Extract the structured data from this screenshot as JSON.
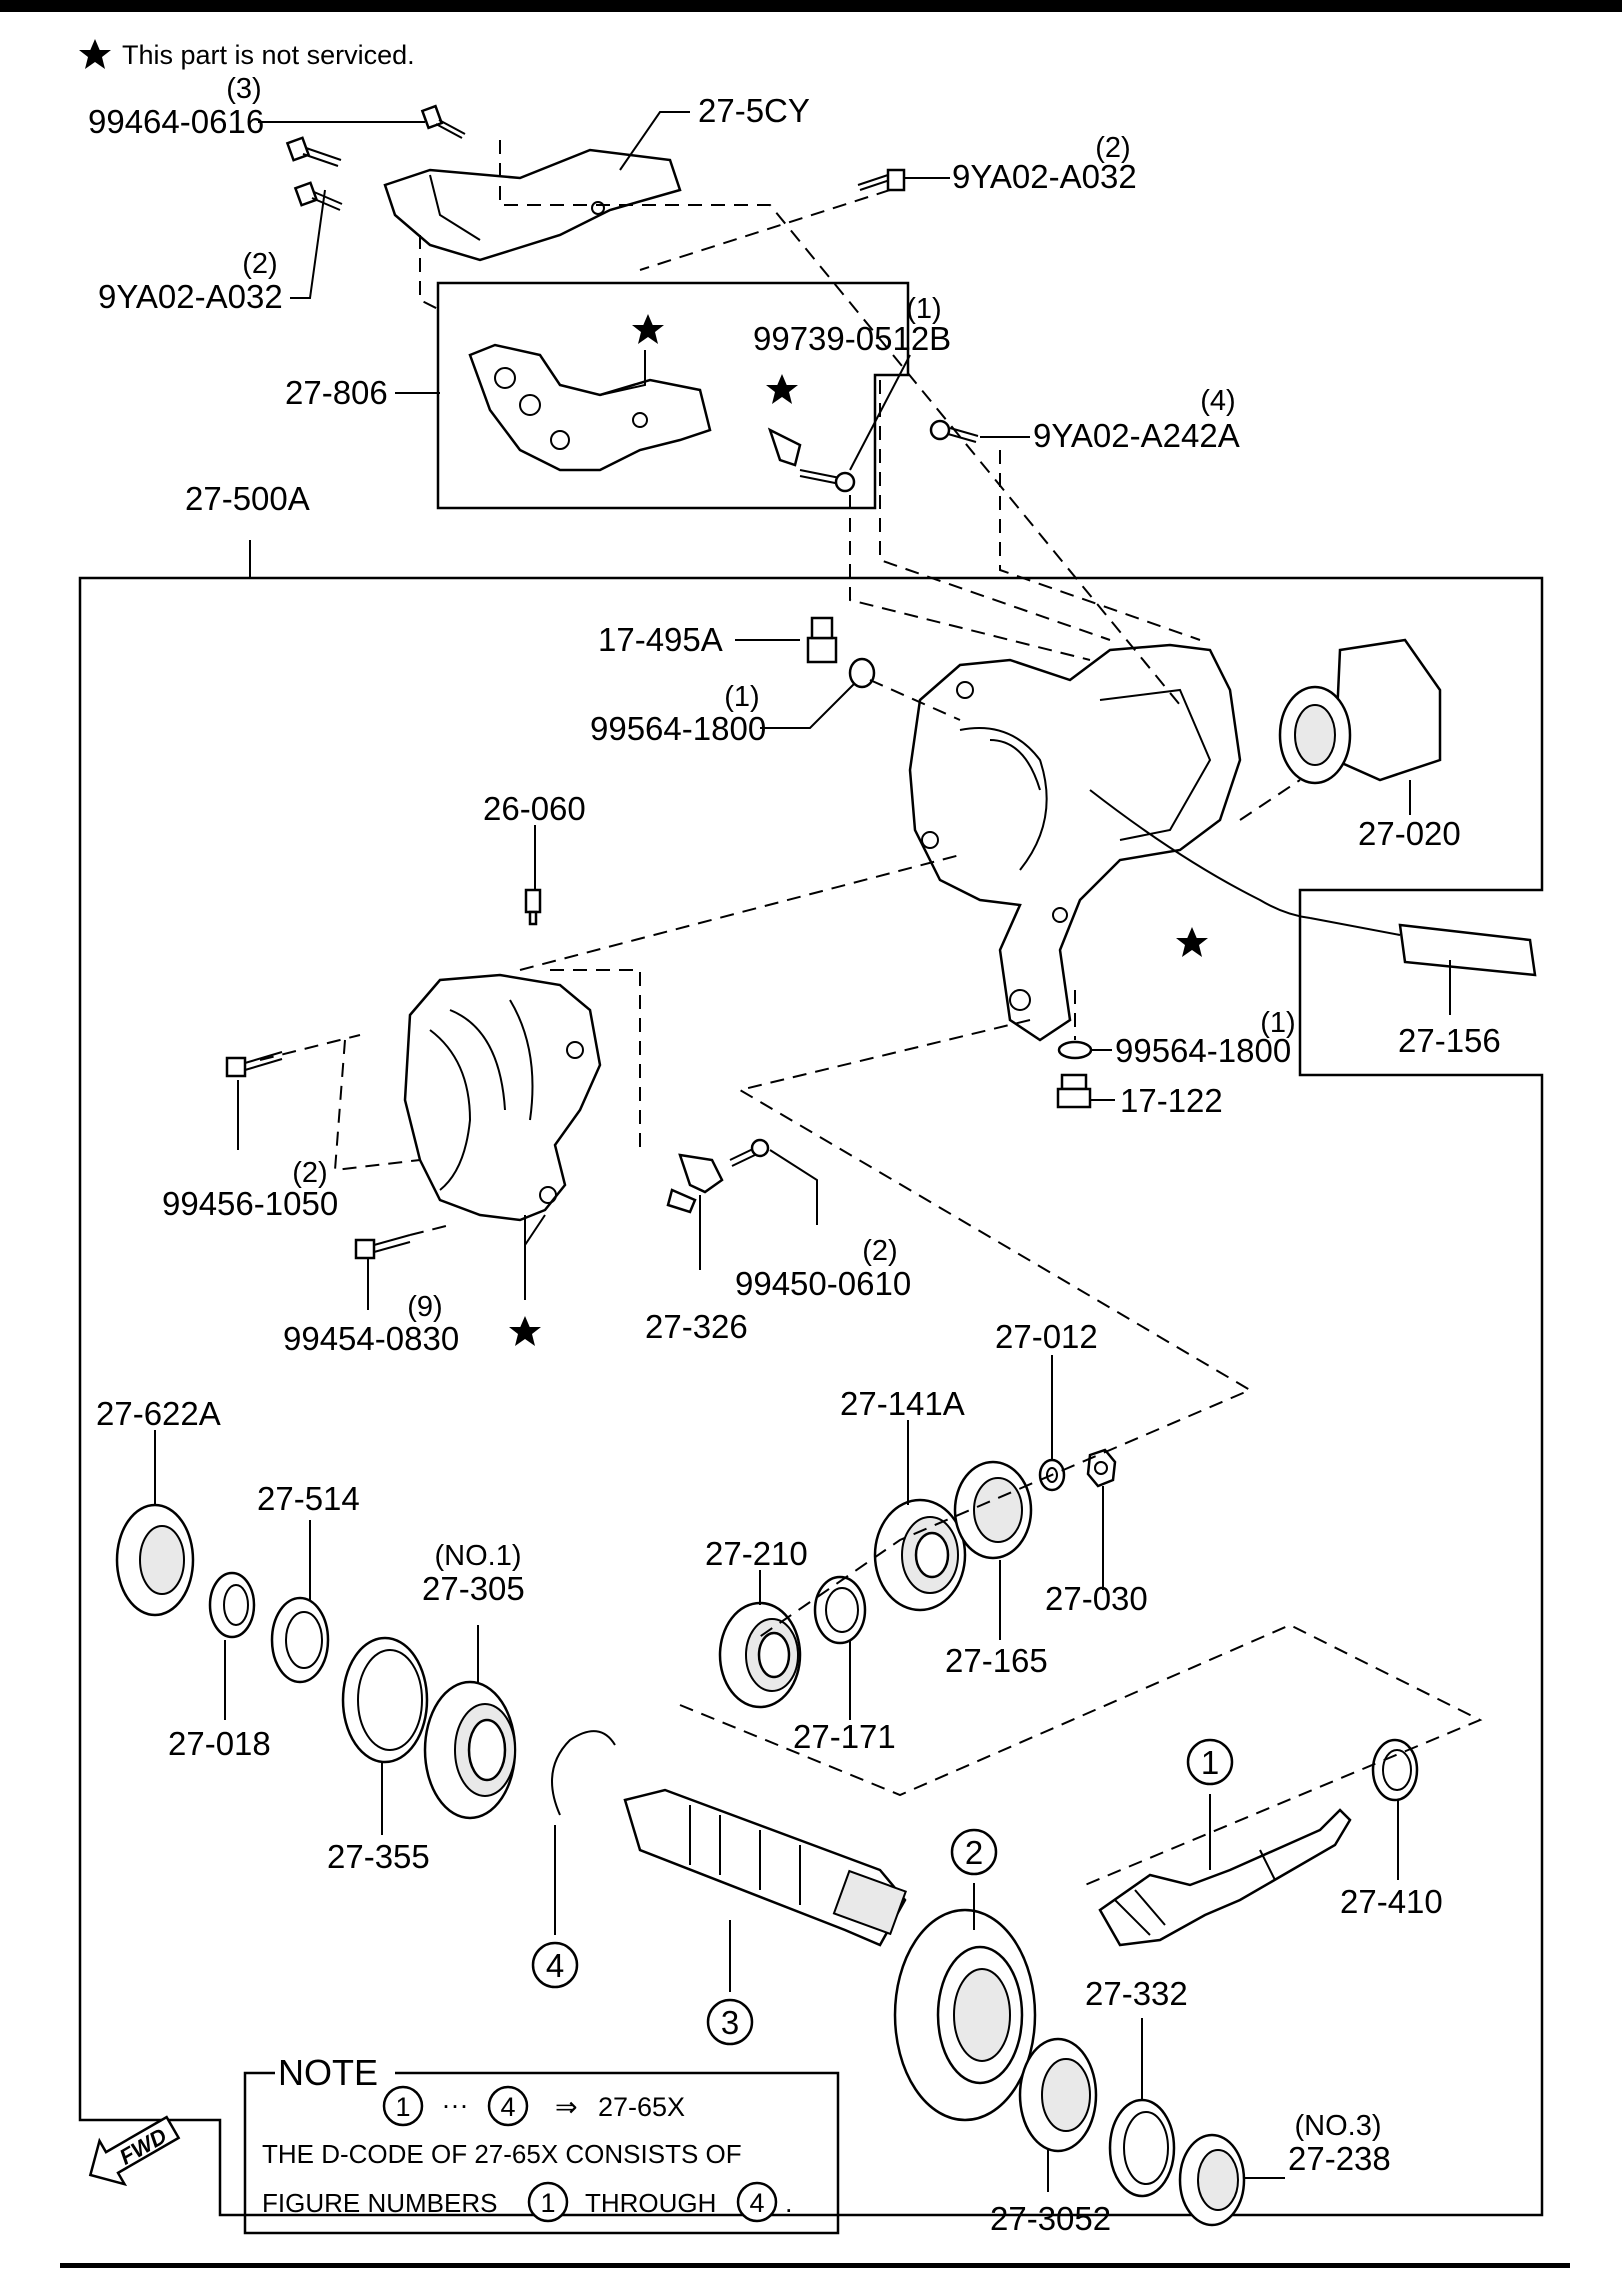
{
  "header_note": "This part is not serviced.",
  "callouts": {
    "c99464_0616": {
      "code": "99464-0616",
      "qty": "(3)"
    },
    "c27_5CY": {
      "code": "27-5CY"
    },
    "c9YA02_A032_right": {
      "code": "9YA02-A032",
      "qty": "(2)"
    },
    "c9YA02_A032_left": {
      "code": "9YA02-A032",
      "qty": "(2)"
    },
    "c99739_0512B": {
      "code": "99739-0512B",
      "qty": "(1)"
    },
    "c27_806": {
      "code": "27-806"
    },
    "c9YA02_A242A": {
      "code": "9YA02-A242A",
      "qty": "(4)"
    },
    "c27_500A": {
      "code": "27-500A"
    },
    "c17_495A": {
      "code": "17-495A"
    },
    "c99564_1800_top": {
      "code": "99564-1800",
      "qty": "(1)"
    },
    "c27_020": {
      "code": "27-020"
    },
    "c26_060": {
      "code": "26-060"
    },
    "c27_156": {
      "code": "27-156"
    },
    "c99564_1800_bottom": {
      "code": "99564-1800",
      "qty": "(1)"
    },
    "c17_122": {
      "code": "17-122"
    },
    "c99456_1050": {
      "code": "99456-1050",
      "qty": "(2)"
    },
    "c99450_0610": {
      "code": "99450-0610",
      "qty": "(2)"
    },
    "c99454_0830": {
      "code": "99454-0830",
      "qty": "(9)"
    },
    "c27_326": {
      "code": "27-326"
    },
    "c27_012": {
      "code": "27-012"
    },
    "c27_141A": {
      "code": "27-141A"
    },
    "c27_622A": {
      "code": "27-622A"
    },
    "c27_514": {
      "code": "27-514"
    },
    "c27_305": {
      "code": "27-305",
      "qty": "(NO.1)"
    },
    "c27_210": {
      "code": "27-210"
    },
    "c27_030": {
      "code": "27-030"
    },
    "c27_165": {
      "code": "27-165"
    },
    "c27_018": {
      "code": "27-018"
    },
    "c27_171": {
      "code": "27-171"
    },
    "c27_355": {
      "code": "27-355"
    },
    "c27_410": {
      "code": "27-410"
    },
    "c27_332": {
      "code": "27-332"
    },
    "c27_238": {
      "code": "27-238",
      "qty": "(NO.3)"
    },
    "c27_3052": {
      "code": "27-3052"
    }
  },
  "figure_numbers": [
    "1",
    "2",
    "3",
    "4"
  ],
  "note": {
    "title": "NOTE",
    "line1_from": "1",
    "line1_ellipsis": "···",
    "line1_to": "4",
    "line1_arrow": "⇒",
    "line1_code": "27-65X",
    "line2": "THE D-CODE OF  27-65X  CONSISTS OF",
    "line3_a": "FIGURE NUMBERS",
    "line3_from": "1",
    "line3_b": "THROUGH",
    "line3_to": "4",
    "line3_end": "."
  },
  "fwd_label": "FWD",
  "icons": {
    "star": "not-serviced-star-icon",
    "arrow": "fwd-arrow-icon"
  }
}
